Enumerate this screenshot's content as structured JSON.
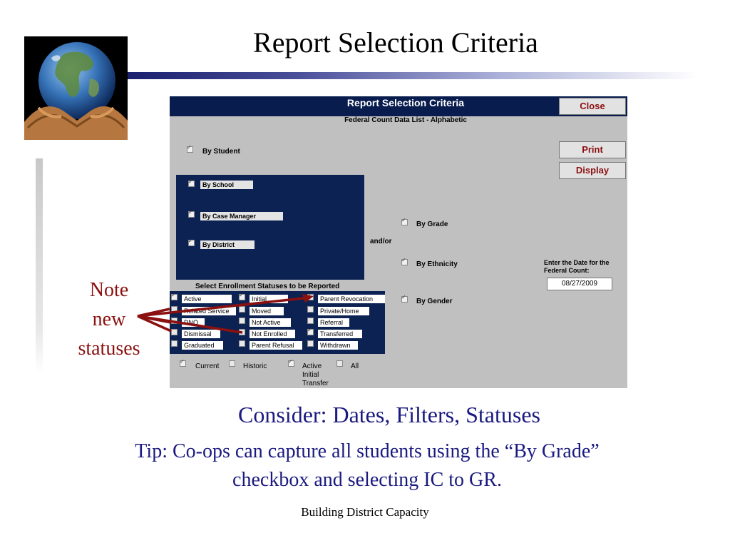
{
  "slide": {
    "title": "Report Selection Criteria",
    "note": [
      "Note",
      "new",
      "statuses"
    ],
    "consider": "Consider: Dates, Filters, Statuses",
    "tip_line1": "Tip: Co-ops can capture all students using the “By Grade”",
    "tip_line2": "checkbox and selecting IC to GR.",
    "footer": "Building District Capacity"
  },
  "colors": {
    "note_arrow": "#8b1010",
    "navy": "#0c2252",
    "header": "#081c4e",
    "text_blue": "#1a1a80"
  },
  "screen": {
    "header_title": "Report Selection Criteria",
    "subtitle": "Federal Count Data List - Alphabetic",
    "buttons": {
      "close": "Close",
      "print": "Print",
      "display": "Display"
    },
    "options": {
      "by_student": "By Student",
      "by_school": "By School",
      "by_case_manager": "By Case Manager",
      "by_district": "By District",
      "and_or": "and/or",
      "by_grade": "By Grade",
      "by_ethnicity": "By Ethnicity",
      "by_gender": "By Gender"
    },
    "date": {
      "label_line1": "Enter the Date for the",
      "label_line2": "Federal Count:",
      "value": "08/27/2009"
    },
    "statuses": {
      "title": "Select Enrollment Statuses to be Reported",
      "col1": [
        "Active",
        "Related Service",
        "DNQ",
        "Dismissal",
        "Graduated"
      ],
      "col2": [
        "Initial",
        "Moved",
        "Not Active",
        "Not Enrolled",
        "Parent Refusal"
      ],
      "col3": [
        "Parent Revocation",
        "Private/Home",
        "Referral",
        "Transferred",
        "Withdrawn"
      ]
    },
    "bottom": {
      "current": "Current",
      "historic": "Historic",
      "active": "Active",
      "initial": "Initial",
      "transfer": "Transfer",
      "all": "All"
    }
  }
}
